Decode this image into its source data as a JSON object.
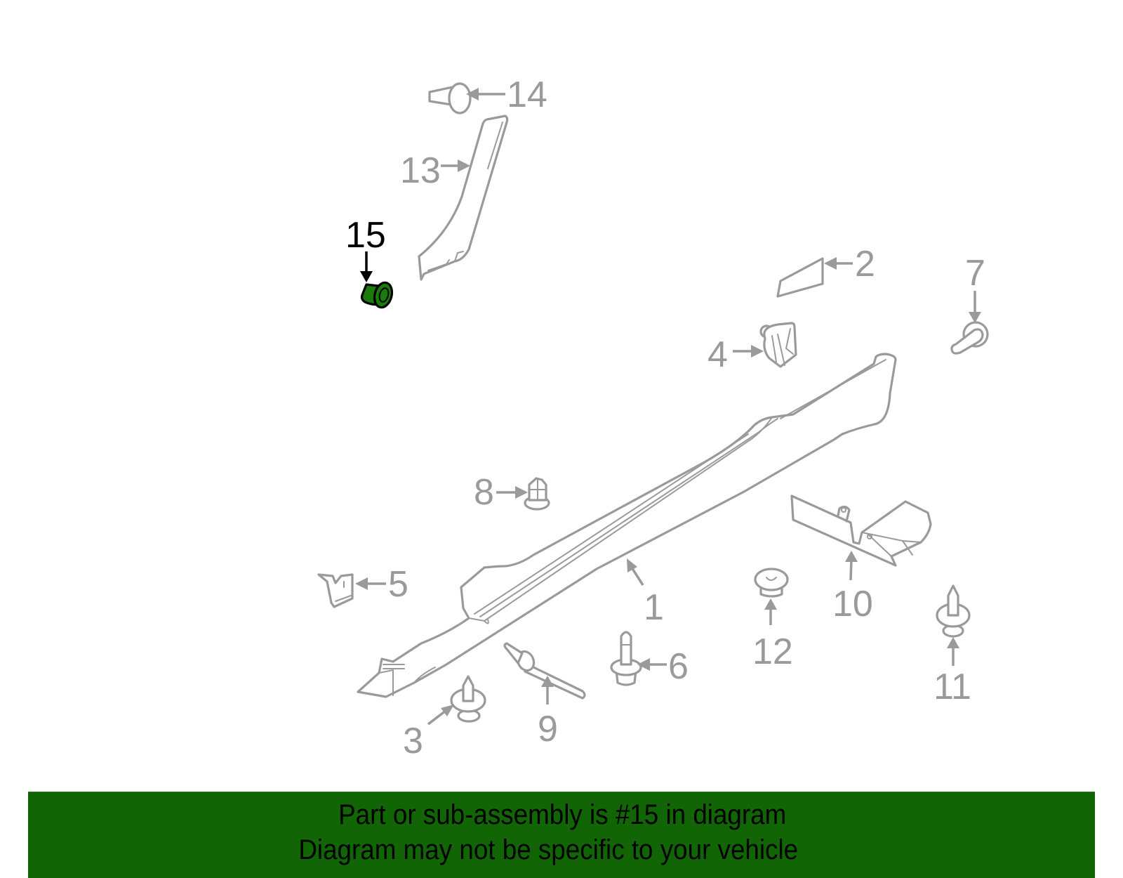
{
  "diagram": {
    "highlighted_part": "15",
    "highlight_color": "#1a7a0c",
    "line_color": "#9a9a9a",
    "callouts": [
      {
        "id": "1",
        "label": "1"
      },
      {
        "id": "2",
        "label": "2"
      },
      {
        "id": "3",
        "label": "3"
      },
      {
        "id": "4",
        "label": "4"
      },
      {
        "id": "5",
        "label": "5"
      },
      {
        "id": "6",
        "label": "6"
      },
      {
        "id": "7",
        "label": "7"
      },
      {
        "id": "8",
        "label": "8"
      },
      {
        "id": "9",
        "label": "9"
      },
      {
        "id": "10",
        "label": "10"
      },
      {
        "id": "11",
        "label": "11"
      },
      {
        "id": "12",
        "label": "12"
      },
      {
        "id": "13",
        "label": "13"
      },
      {
        "id": "14",
        "label": "14"
      },
      {
        "id": "15",
        "label": "15"
      }
    ]
  },
  "banner": {
    "background_color": "#126505",
    "line1": "Part or sub-assembly is #15 in diagram",
    "line2": "Diagram may not be specific to your vehicle"
  }
}
